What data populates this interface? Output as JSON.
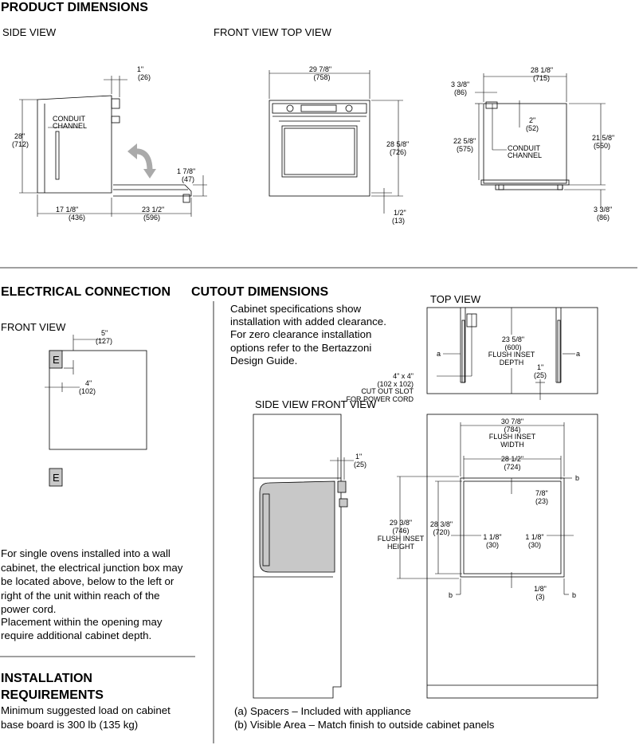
{
  "sections": {
    "product_dimensions": "PRODUCT DIMENSIONS",
    "electrical": "ELECTRICAL CONNECTION",
    "cutout": "CUTOUT DIMENSIONS",
    "install_line1": "INSTALLATION",
    "install_line2": "REQUIREMENTS"
  },
  "views": {
    "side": "SIDE VIEW",
    "front_top": "FRONT VIEW TOP VIEW",
    "elec_front": "FRONT VIEW",
    "cut_top": "TOP VIEW",
    "cut_side_front": "SIDE VIEW FRONT VIEW"
  },
  "side_view": {
    "d1": "1\"",
    "d1m": "(26)",
    "conduit1": "CONDUIT",
    "conduit2": "CHANNEL",
    "h": "28\"",
    "hm": "(712)",
    "d2": "1 7/8\"",
    "d2m": "(47)",
    "d3": "17 1/8\"",
    "d3m": "(436)",
    "d4": "23 1/2\"",
    "d4m": "(596)"
  },
  "front_view": {
    "w": "29 7/8\"",
    "wm": "(758)",
    "h": "28 5/8\"",
    "hm": "(726)",
    "b": "1/2\"",
    "bm": "(13)"
  },
  "top_view": {
    "w": "28 1/8\"",
    "wm": "(715)",
    "a": "3 3/8\"",
    "am": "(86)",
    "c": "2\"",
    "cm": "(52)",
    "d": "22 5/8\"",
    "dm": "(575)",
    "conduit1": "CONDUIT",
    "conduit2": "CHANNEL",
    "e": "21 5/8\"",
    "em": "(550)",
    "f": "3 3/8\"",
    "fm": "(86)"
  },
  "elec": {
    "d1": "5\"",
    "d1m": "(127)",
    "d2": "4\"",
    "d2m": "(102)",
    "box": "E",
    "text": [
      "For single ovens installed into a wall",
      "cabinet, the electrical junction box may",
      "be located above, below to the left or",
      "right of the unit within reach of the",
      "power cord.",
      "Placement within the opening may",
      "require additional cabinet depth."
    ]
  },
  "install": {
    "text": [
      "Minimum suggested load on cabinet",
      "base board is 300 lb (135 kg)"
    ]
  },
  "cutout": {
    "spec": [
      "Cabinet specifications show",
      "installation with added clearance.",
      "For zero clearance installation",
      "options refer to the Bertazzoni",
      "Design Guide."
    ],
    "top": {
      "depth": "23 5/8\"",
      "depthm": "(600)",
      "depth_l1": "FLUSH INSET",
      "depth_l2": "DEPTH",
      "a": "a",
      "g": "1\"",
      "gm": "(25)",
      "slot": "4\" x 4\"",
      "slotm": "(102 x 102)",
      "slot_l1": "CUT OUT SLOT",
      "slot_l2": "FOR POWER CORD"
    },
    "side": {
      "d": "1\"",
      "dm": "(25)"
    },
    "front": {
      "w": "30 7/8\"",
      "wm": "(784)",
      "w_l1": "FLUSH INSET",
      "w_l2": "WIDTH",
      "iw": "28 1/2\"",
      "iwm": "(724)",
      "h": "29 3/8\"",
      "hm": "(746)",
      "h_l1": "FLUSH INSET",
      "h_l2": "HEIGHT",
      "ih": "28 3/8\"",
      "ihm": "(720)",
      "t": "7/8\"",
      "tm": "(23)",
      "s": "1 1/8\"",
      "sm": "(30)",
      "btm": "1/8\"",
      "btmm": "(3)",
      "b": "b"
    }
  },
  "notes": [
    "(a)  Spacers – Included with appliance",
    "(b)  Visible Area – Match finish to outside cabinet panels"
  ]
}
